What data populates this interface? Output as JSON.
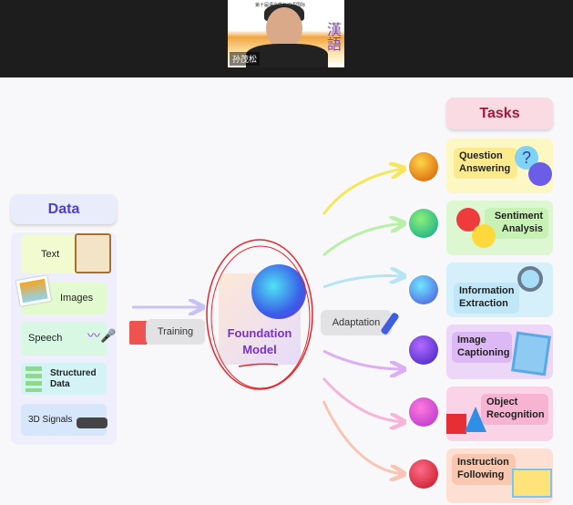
{
  "video": {
    "speaker_name": "孙茂松",
    "caption_title": "第十届语言学与汉语国际",
    "chinese_chars": "漢語"
  },
  "data_section": {
    "title": "Data",
    "items": [
      "Text",
      "Images",
      "Speech",
      "Structured Data",
      "3D Signals"
    ]
  },
  "training_label": "Training",
  "foundation_model": {
    "line1": "Foundation",
    "line2": "Model"
  },
  "adaptation_label": "Adaptation",
  "tasks_section": {
    "title": "Tasks",
    "items": [
      {
        "label": "Question Answering",
        "color": "#fdf7c4"
      },
      {
        "label": "Sentiment Analysis",
        "color": "#dcf7d2"
      },
      {
        "label": "Information Extraction",
        "color": "#d6f0fb"
      },
      {
        "label": "Image Captioning",
        "color": "#ecd7f8"
      },
      {
        "label": "Object Recognition",
        "color": "#fbd3e6"
      },
      {
        "label": "Instruction Following",
        "color": "#fde0d3"
      }
    ]
  },
  "colors": {
    "data_title": "#4b3fd6",
    "tasks_title": "#a3173a",
    "foundation_text": "#7b2fd0",
    "annotation": "#e8242a"
  }
}
